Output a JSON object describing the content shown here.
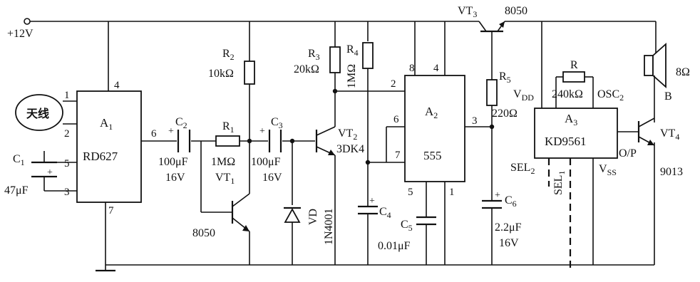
{
  "supply": {
    "label": "+12V"
  },
  "antenna": {
    "label": "天线"
  },
  "chips": {
    "a1": {
      "ref": "A",
      "sub": "1",
      "part": "RD627",
      "pins": [
        "1",
        "2",
        "5",
        "3",
        "4",
        "6",
        "7"
      ]
    },
    "a2": {
      "ref": "A",
      "sub": "2",
      "part": "555",
      "pins": [
        "8",
        "4",
        "2",
        "6",
        "7",
        "3",
        "5",
        "1"
      ]
    },
    "a3": {
      "ref": "A",
      "sub": "3",
      "part": "KD9561",
      "vdd": "V",
      "vdd_sub": "DD",
      "osc": "OSC",
      "osc_sub": "2",
      "sel2": "SEL",
      "sel2_sub": "2",
      "sel1": "SEL",
      "sel1_sub": "1",
      "vss": "V",
      "vss_sub": "SS",
      "op": "O/P"
    }
  },
  "capacitors": {
    "c1": {
      "ref": "C",
      "sub": "1",
      "value": "47μF"
    },
    "c2": {
      "ref": "C",
      "sub": "2",
      "value": "100μF",
      "voltage": "16V"
    },
    "c3": {
      "ref": "C",
      "sub": "3",
      "value": "100μF",
      "voltage": "16V"
    },
    "c4": {
      "ref": "C",
      "sub": "4"
    },
    "c5": {
      "ref": "C",
      "sub": "5",
      "value": "0.01μF"
    },
    "c6": {
      "ref": "C",
      "sub": "6",
      "value": "2.2μF",
      "voltage": "16V"
    }
  },
  "resistors": {
    "r1": {
      "ref": "R",
      "sub": "1",
      "value": "1MΩ"
    },
    "r2": {
      "ref": "R",
      "sub": "2",
      "value": "10kΩ"
    },
    "r3": {
      "ref": "R",
      "sub": "3",
      "value": "20kΩ"
    },
    "r4": {
      "ref": "R",
      "sub": "4",
      "value": "1MΩ"
    },
    "r5": {
      "ref": "R",
      "sub": "5",
      "value": "220Ω"
    },
    "r": {
      "ref": "R",
      "value": "240kΩ"
    }
  },
  "transistors": {
    "vt1": {
      "ref": "VT",
      "sub": "1",
      "part": "8050"
    },
    "vt2": {
      "ref": "VT",
      "sub": "2",
      "part": "3DK4"
    },
    "vt3": {
      "ref": "VT",
      "sub": "3",
      "part": "8050"
    },
    "vt4": {
      "ref": "VT",
      "sub": "4",
      "part": "9013"
    }
  },
  "diode": {
    "ref": "VD",
    "part": "1N4001"
  },
  "speaker": {
    "ref": "B",
    "value": "8Ω"
  },
  "plus_sign": "+"
}
